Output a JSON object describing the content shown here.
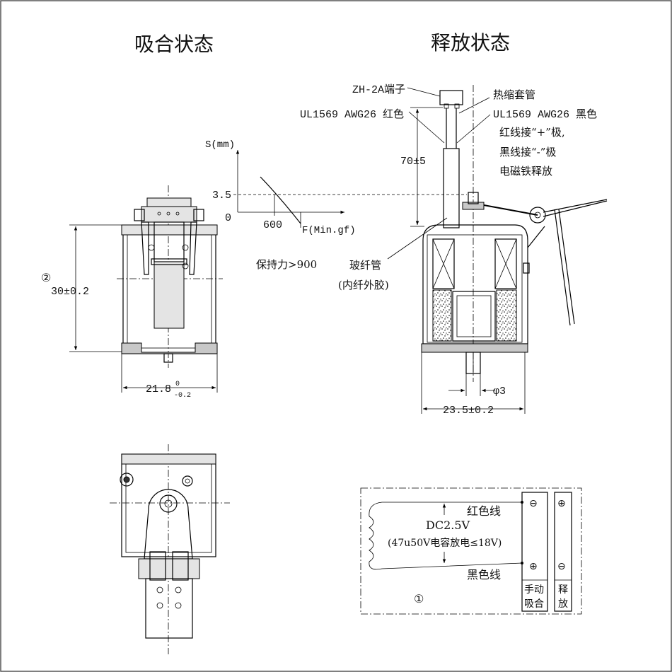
{
  "titles": {
    "attracted": "吸合状态",
    "released": "释放状态"
  },
  "left_view": {
    "height_dim": "30±0.2",
    "note_marker": "②",
    "width_dim_base": "21.8",
    "width_dim_sup": "0",
    "width_dim_sub": "-0.2"
  },
  "graph": {
    "y_label": "S(mm)",
    "x_label": "F(Min.gf)",
    "y_tick_35": "3.5",
    "y_tick_0": "0",
    "x_tick_600": "600",
    "holding_force": "保持力>900"
  },
  "right_view": {
    "terminal": "ZH-2A端子",
    "heat_shrink": "热缩套管",
    "red_wire_spec": "UL1569 AWG26 红色",
    "black_wire_spec": "UL1569 AWG26 黑色",
    "note_line1": "红线接“+”极,",
    "note_line2": "黑线接“-”极",
    "note_line3": "电磁铁释放",
    "lead_length": "70±5",
    "fiber_tube": "玻纤管",
    "fiber_tube_sub": "(内纤外胶)",
    "shaft_dia": "φ3",
    "width_dim": "23.5±0.2"
  },
  "circuit": {
    "voltage": "DC2.5V",
    "capacitor": "(47u50V电容放电≤18V)",
    "red_wire": "红色线",
    "black_wire": "黑色线",
    "minus": "⊖",
    "plus": "⊕",
    "manual_attract_1": "手动",
    "manual_attract_2": "吸合",
    "release_1": "释",
    "release_2": "放",
    "note_marker": "①"
  }
}
